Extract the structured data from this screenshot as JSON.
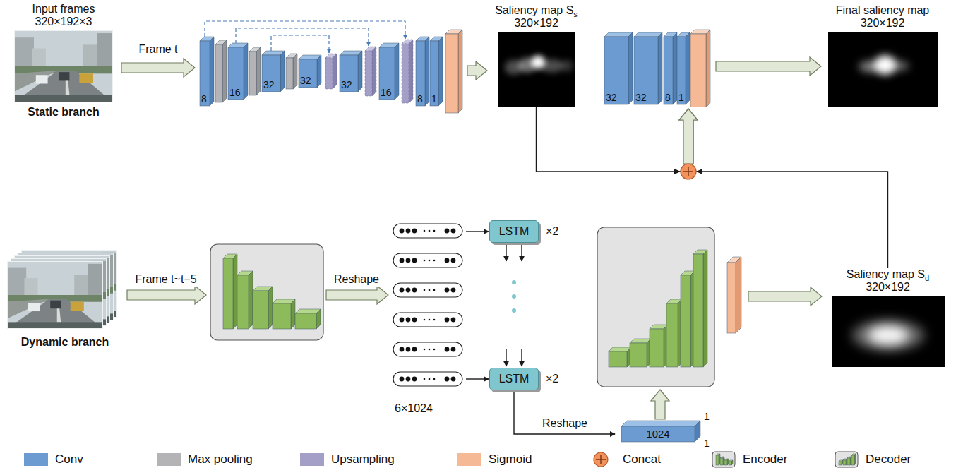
{
  "diagram": {
    "nodes": [
      {
        "text": [
          "Input frames 320×192×3",
          "Static branch"
        ]
      },
      {
        "text": [
          "8",
          "16",
          "32",
          "32",
          "32",
          "16",
          "8",
          "1"
        ]
      },
      {
        "text": [
          "Saliency map S",
          "s",
          "320×192"
        ]
      },
      {
        "text": [
          "32",
          "32",
          "8",
          "1"
        ]
      },
      {
        "text": [
          "Final saliency map 320×192"
        ]
      },
      {
        "text": [
          "Dynamic branch"
        ]
      },
      {
        "text": [
          "6×1024"
        ]
      },
      {
        "text": [
          "LSTM",
          "×2"
        ]
      },
      {
        "text": [
          "LSTM",
          "×2"
        ]
      },
      {
        "text": [
          "1024",
          "1",
          "1"
        ]
      },
      {
        "text": [
          "Saliency map S",
          "d",
          "320×192"
        ]
      }
    ],
    "edges": [
      {
        "from": 0,
        "to": 1,
        "arrow": "to",
        "label": "Frame t"
      },
      {
        "from": 1,
        "to": 2,
        "arrow": "to"
      },
      {
        "from": 2,
        "to": 3,
        "arrow": "to"
      },
      {
        "from": 3,
        "to": 4,
        "arrow": "to"
      },
      {
        "from": 10,
        "to": 3,
        "arrow": "to"
      },
      {
        "from": 6,
        "to": 7,
        "arrow": "to"
      },
      {
        "from": 6,
        "to": 8,
        "arrow": "to"
      },
      {
        "from": 7,
        "to": 8,
        "arrow": "to"
      },
      {
        "from": 8,
        "to": 9,
        "arrow": "to",
        "label": "Reshape"
      }
    ],
    "labels": [
      "Frame t~t−5",
      "Reshape"
    ],
    "legend": [
      {
        "text": "Conv",
        "color": "#6b9bd1"
      },
      {
        "text": "Max pooling",
        "color": "#b4b4b6"
      },
      {
        "text": "Upsampling",
        "color": "#a39fc6"
      },
      {
        "text": "Sigmoid",
        "color": "#f5b996"
      },
      {
        "text": "Concat"
      },
      {
        "text": "Encoder"
      },
      {
        "text": "Decoder"
      }
    ]
  }
}
